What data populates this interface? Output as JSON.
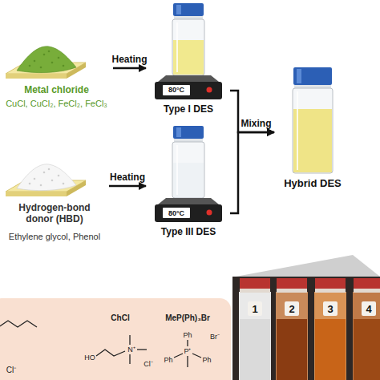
{
  "diagram": {
    "nodes": [
      {
        "text": [
          "Metal chloride",
          "CuCl, CuCl₂, FeCl₂, FeCl₃"
        ]
      },
      {
        "text": [
          "Type I DES"
        ]
      },
      {
        "text": [
          "Hydrogen-bond donor (HBD)",
          "Ethylene glycol, Phenol"
        ]
      },
      {
        "text": [
          "Type III DES"
        ]
      },
      {
        "text": [
          "Hybrid DES"
        ]
      }
    ],
    "edges": [
      {
        "from": 0,
        "to": 1,
        "label": "Heating",
        "arrow": "to"
      },
      {
        "from": 2,
        "to": 3,
        "label": "Heating",
        "arrow": "to"
      },
      {
        "from": 1,
        "to": 4,
        "label": "Mixing",
        "arrow": "to"
      },
      {
        "from": 3,
        "to": 4,
        "arrow": "to"
      }
    ],
    "labels": [
      "80°C",
      "80°C",
      "1",
      "2",
      "3",
      "4",
      "ChCl",
      "MeP(Ph)₃Br",
      "HO",
      "N⁺",
      "Cl⁻",
      "P⁺",
      "Ph",
      "Ph",
      "Ph",
      "Br⁻",
      "Cl⁻"
    ]
  }
}
